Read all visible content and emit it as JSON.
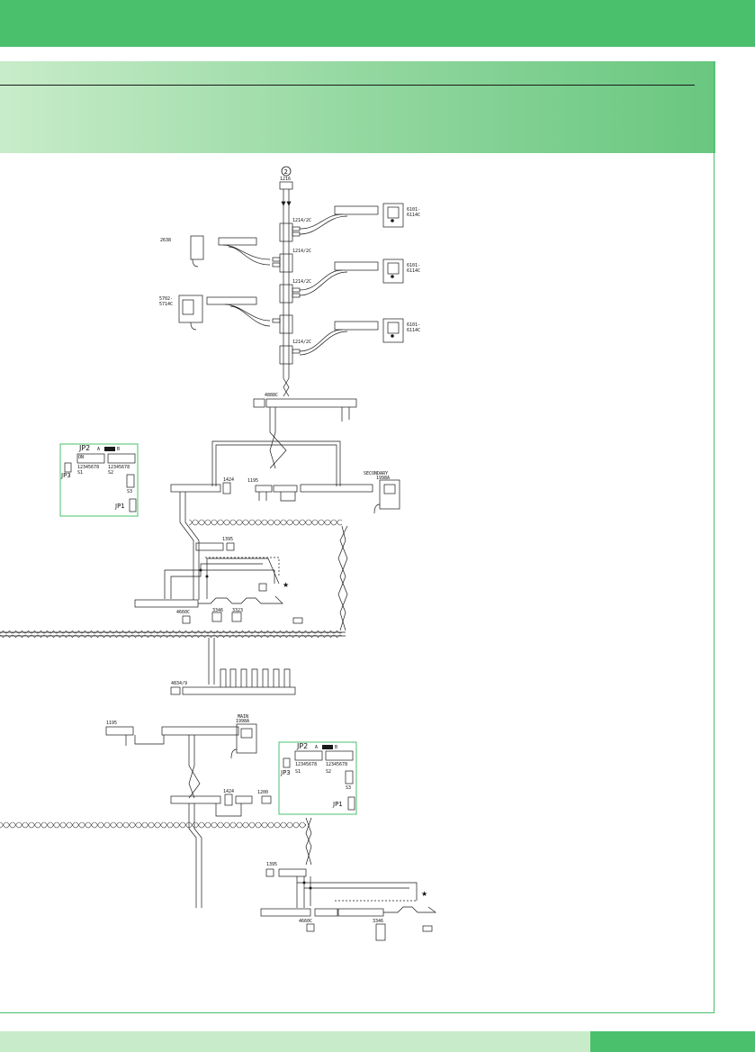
{
  "labels": {
    "circle_ref": "2",
    "c1216": "1216",
    "riser_1": "1214/2C",
    "riser_2": "1214/2C",
    "riser_3": "1214/2C",
    "riser_4": "1214/2C",
    "monitor_1": "6101-\n6114C",
    "monitor_2": "6101-\n6114C",
    "monitor_3": "6101-\n6114C",
    "handset_2638": "2638",
    "monitor_5702": "5702-\n5714C",
    "c4888c": "4888C",
    "jp2_top": "JP2",
    "jp3_top": "JP3",
    "jp1_top": "JP1",
    "s1_top": "S1",
    "s2_top": "S2",
    "s3_top": "S3",
    "on_top": "ON",
    "c1424_top": "1424",
    "c1195_top": "1195",
    "secondary": "SECONDARY",
    "c1998a_sec": "1998A",
    "c1395_top": "1395",
    "c4660c_top": "4660C",
    "c3346_top": "3346",
    "c3323_top": "3323",
    "c4834_9": "4834/9",
    "c1195_bot": "1195",
    "main": "MAIN",
    "c1998a_main": "1998A",
    "jp2_bot": "JP2",
    "jp3_bot": "JP3",
    "jp1_bot": "JP1",
    "s1_bot": "S1",
    "s2_bot": "S2",
    "s3_bot": "S3",
    "c1424_bot": "1424",
    "c1200": "1200",
    "c1395_bot": "1395",
    "c4660c_bot": "4660C",
    "c3346_bot": "3346",
    "a_top": "A",
    "b_top": "B",
    "a_bot": "A",
    "b_bot": "B",
    "dips_top": "12345678",
    "dips_bot": "12345678",
    "star_1": "★",
    "star_2": "★"
  },
  "colors": {
    "green_dark": "#4ac06c",
    "green_light": "#c8ecc9",
    "line": "#1a1a1a"
  }
}
